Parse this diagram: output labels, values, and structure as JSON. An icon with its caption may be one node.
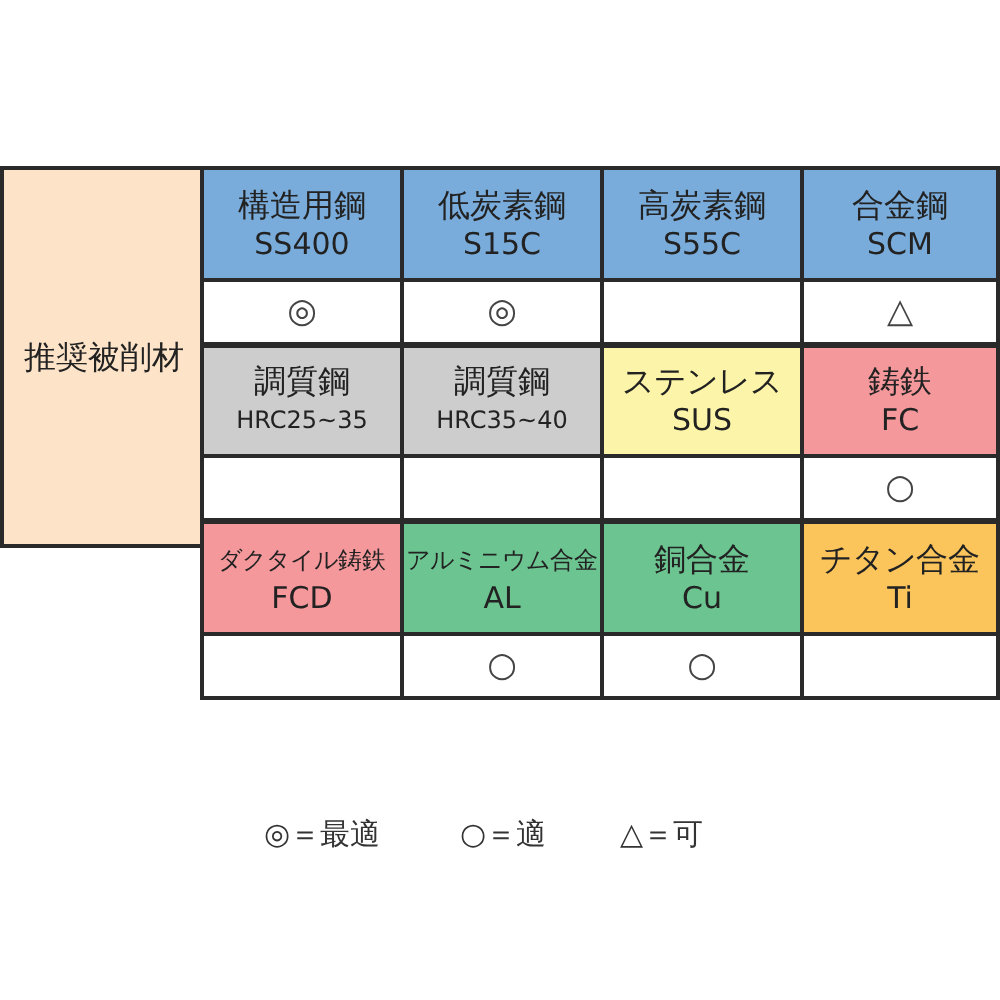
{
  "diagram": {
    "labels": [
      "推奨被削材",
      "構造用鋼",
      "SS400",
      "低炭素鋼",
      "S15C",
      "高炭素鋼",
      "S55C",
      "合金鋼",
      "SCM",
      "◎",
      "◎",
      "△",
      "調質鋼",
      "HRC25~35",
      "調質鋼",
      "HRC35~40",
      "ステンレス",
      "SUS",
      "鋳鉄",
      "FC",
      "○",
      "ダクタイル鋳鉄",
      "FCD",
      "アルミニウム合金",
      "AL",
      "銅合金",
      "Cu",
      "チタン合金",
      "Ti",
      "○",
      "○",
      "◎＝最適",
      "○＝適",
      "△＝可"
    ]
  }
}
